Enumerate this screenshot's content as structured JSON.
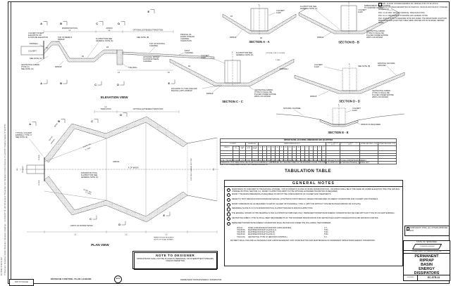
{
  "margin": {
    "timestamp": "5/7/2022  9:06:57 AM",
    "filepath": "P:\\Standard Drawings Library\\Standard Roadway Drawings - CURRENT\\10-100-00 Erosion Prevention and Sediment Control Devices (P-EGSTB) Drawing Series (P-EGSTB)"
  },
  "revisions": [
    {
      "marker": "1",
      "text": "RVD. 12-18-08: CHANGED DRAWING NO. FROM EC-STR-3 TO EC-STR-31."
    },
    {
      "marker": "",
      "text": "RVD. 3-2-01: CHANGED DESCRIPTION OF ITEM NOS. 709-05.06 AND 709-05.07. CHANGED DRAWING NO."
    },
    {
      "marker": "",
      "text": "RVD. 4-1-08: MISC. EDITS TO DRAWING, TABLE AND NOTES."
    },
    {
      "marker": "",
      "text": "RVD. 8-1-12: MINOR EDITS TO DRAWING AND GENERAL NOTES."
    },
    {
      "marker": "",
      "text": "RVD. 06-08-22: NOTE TO DESIGNER NOTE WAS ADDED. THE RIPRAP BASIN LOCATIONS, DIMENSIONS AND QUANTITIES TABLE WERE UPDATED AND NOTE ADDED. REDREW SHEET."
    }
  ],
  "elevation": {
    "caption": "ELEVATION VIEW",
    "markers": [
      "A",
      "B",
      "C",
      "D",
      "E"
    ],
    "dims": {
      "pool": "DISSIPATOR POOL",
      "l1": "L1",
      "apron": "APRON",
      "l2": "L2",
      "optional": "OPTIONAL EXTENDED TRANSITION",
      "l4": "L4",
      "l5": "L5",
      "d1": "D1",
      "d2": "D2",
      "d3": "D3"
    },
    "labels": {
      "culvert_invert": [
        "CULVERT INVERT",
        "ELEVATION OR",
        "FLOWLINE ELEVATION"
      ],
      "endwall": "ENDWALL",
      "culvert": "CULVERT",
      "see_note_g": "SEE NOTE (G)",
      "geotextile": [
        "GEOTEXTILE FABRIC",
        "(TYPE IV)",
        "SEE NOTE (G)"
      ],
      "riprap": "RIPRAP",
      "top_of_berm": [
        "TOP OF BERM &",
        "RIPRAP"
      ],
      "flatbottom": [
        "FLATBOTTOM SEE",
        "GENERAL NOTE (A)"
      ],
      "see_note_b": "SEE NOTE (B)",
      "top_natural": [
        "TOP OF NATURAL",
        "CHANNEL"
      ],
      "profile_ds": [
        "PROFILE OF",
        "DOWN STREAM",
        "CHANNEL",
        "TRANSITION"
      ],
      "exist_channel": [
        "EXIST",
        "CHANNEL"
      ],
      "optional_riprap": [
        "OPTIONAL RIPRAP",
        "IN DOWNSTREAM",
        "CHANNEL"
      ],
      "toe_wall": "TOE WALL"
    }
  },
  "sections": {
    "a": {
      "caption": "SECTION A - A",
      "cl": "℄",
      "culvert_ew": [
        "CULVERT",
        "& EW."
      ],
      "riprap": "RIPRAP",
      "d1": "D1",
      "d4": "D4"
    },
    "b": {
      "caption": "SECTION B - B",
      "cl": "℄",
      "embankment": [
        "EMBANKMENT AS REQUIRED",
        "TO SUPPORT RIPRAP"
      ],
      "flatbottom": [
        "FLATBOTTOM SEE",
        "GENERAL NOTE (A)"
      ],
      "culvert_ew": [
        "CULVERT",
        "& EW."
      ],
      "geotextile": [
        "GEOTEXTILE FABRIC",
        "(TYPE IV) SHALL BE",
        "PLACED UNDER ENTIRE",
        "WIDTH OF RIPRAP"
      ],
      "riprap": "RIPRAP"
    },
    "c": {
      "caption": "SECTION C - C",
      "cl": "℄",
      "typical": "(TYPICAL FOR 2:1 SLOPE)",
      "two_min": "2' MIN.",
      "culvert_ew": [
        "CULVERT",
        "& EW."
      ],
      "flatbottom": [
        "FLATBOTTOM SEE",
        "GENERAL NOTE (A)"
      ],
      "excavate": [
        "EXCAVATE TO THIS LINE AND",
        "BACKFILL WITH RIPRAP"
      ],
      "endwall": "ENDWALL",
      "riprap": "RIPRAP",
      "d2": "D2",
      "geotextile": [
        "GEOTEXTILE FABRIC",
        "(TYPE IV) SHALL BE",
        "PLACED UNDER ENTIRE",
        "WIDTH OF RIPRAP"
      ]
    },
    "d": {
      "caption": "SECTION D - D",
      "cl": "℄",
      "culvert_ew": [
        "CULVERT",
        "& EW."
      ],
      "see_note_b": "SEE NOTE (B)",
      "existing": [
        "EXISTING NATURAL",
        "GROUND"
      ],
      "riprap": "RIPRAP",
      "geotextile": [
        "GEOTEXTILE FABRIC",
        "(TYPE IV) SHALL BE",
        "PLACED UNDER ENTIRE",
        "WIDTH OF RIPRAP"
      ]
    },
    "e": {
      "caption": "SECTION E - E",
      "cl": "℄",
      "natural": "NATURAL CHANNEL",
      "culvert_ew": [
        "CULVERT",
        "& EW."
      ],
      "riprap_req": "RIPRAP AS REQUIRED"
    }
  },
  "plan": {
    "caption": "PLAN VIEW",
    "markers_top": [
      "A",
      "B",
      "C",
      "D"
    ],
    "markers_bottom": [
      "C",
      "D",
      "E"
    ],
    "labels": {
      "endwall_note": [
        "TYPICAL CULVERT",
        "ENDWALL TYPE 'U'",
        "SEE NOTE (F)"
      ],
      "berm": "BERM",
      "top_of_riprap": [
        "TOP OF",
        "RIPRAP"
      ],
      "culvert": "CULVERT",
      "w1": "W1",
      "ten_min": "10' MIN.",
      "dissipator": [
        "DISSIPATOR POOL",
        "FLATBOTTOM SEE",
        "GENERAL NOTE (A)"
      ],
      "cl_basin": "℄ OF BASIN",
      "apron": "APRON",
      "existing_channel": "EXISTING CHANNEL BOTTOM",
      "limits": "LIMITS OF RIPRAP BASIN",
      "slope": [
        "SLOPE VAR.",
        "2:1 MAX."
      ],
      "transition": [
        "TRANSITION AS REQUIRED",
        "(WITH OPTIONAL RIPRAP)"
      ],
      "l3_transition": [
        "L3",
        "TRANSITION"
      ],
      "optional_ext": "OPTIONAL EXTENDED TRANSITION",
      "w3": "W3",
      "l1": "L1",
      "l2": "L2",
      "l3": "L3"
    }
  },
  "tabulation": {
    "title": "RIPRAP BASIN LOCATIONS, DIMENSIONS AND QUANTITIES",
    "groups": [
      {
        "label": "CULVERT",
        "span": 3
      },
      {
        "label": "ELEVATIONS",
        "span": 2
      },
      {
        "label": "BASIN DIMENSIONS (FT.)",
        "span": 16
      },
      {
        "label": "MINOR GRADING (C.Y.)",
        "span": 1
      },
      {
        "label": "GEOTEXTILE FABRIC TYPE IV (S.Y.)",
        "span": 1
      },
      {
        "label": "RIPRAP MACHINED (TON)",
        "span": 1
      },
      {
        "label": "RIPRAP MACHINED (TON)",
        "span": 1
      }
    ],
    "columns": [
      "STATION",
      "ROADWAY NO.",
      "CROSS DRAIN NO.",
      "FLOWLINE ELEV.",
      "TOP OF RIPRAP ELEV.",
      "D1",
      "D2",
      "D3",
      "D4",
      "B1",
      "B2",
      "B3",
      "W1",
      "W2",
      "W3",
      "L1",
      "L2",
      "L3",
      "L4",
      "Z1",
      "Z2",
      "",
      "",
      "",
      ""
    ],
    "empty_rows": 4,
    "totals": "TOTALS",
    "note": "NOTE:  THE RIPRAP BASIN LOCATIONS, DIMENSIONS AND QUANTITIES TABLE SHOWN ABOVE SHALL BE REQUIRED FOR ALL ROADWAY PROJECTS THAT HAVE A RIPRAP BASIN ENERGY DISSIPATOR.  THIS TABLE SHALL BE FILLED IN ACCORDINGLY AND PLACED ON A SECOND SHEET IN THE ROADWAY PLANS.  THIS TABLE IS A PART OF THE \"Estimated Roadway Quantities.xlsm\" FILE, THAT IS REQUIRED FOR ALL TDOT DESIGN PROJECTS.",
    "caption": "TABULATION TABLE"
  },
  "general_notes": {
    "title": "GENERAL NOTES",
    "notes": [
      {
        "letter": "A",
        "text": "WARP BASIN TO CONFORM TO THE NATURAL CHANNEL.  TOP OF RIPRAP IN FLOOR OF BASIN DISSIPATOR POOL, OR APRON SHALL BE AT THE SAME OR LOWER ELEVATION THAN THE NATURAL CHANNEL BOTTOM, SECTION C-C.  MODIFY FLATBOTTOM WIDTH IF THE OPTIONAL EXTENDED TRANSITION IS REQUIRED."
      },
      {
        "letter": "B",
        "text": "MODIFY THE BASIN DIMENSIONS AS REQUIRED TO MATCH THE CONFIGURATION OF CULVERT END TREATMENTS."
      },
      {
        "letter": "C",
        "text": "REFER TO TDOT DESIGN DIVISION DRAINAGE MANUAL (CHAPTER 8) FOR HYDRAULIC DESIGN PROCEDURES OF ENERGY DISSIPATORS FOR CULVERT AND CHANNELS."
      },
      {
        "letter": "D",
        "text": "MODIFY DIMENSION W1 AS REQUIRED TO MATCH CULVERT WITH ENDWALL TYPE 'U' (WITH OR WITHOUT CONCRETE PAVED APRONS OR OUTLETS)."
      },
      {
        "letter": "E",
        "text": "DESIRABLE SLOPE IS 0.0 % IN DISSIPATOR POOL FLATBOTTOM AND IN APRON FLATBOTTOM."
      },
      {
        "letter": "F",
        "text": "THE ENDWALL SHOWN IN THIS DRAWING IS FOR ILLUSTRATIVE PURPOSES ONLY.  PERMANENT RIPRAP BASIN ENERGY DISSIPATOR MAY BE USED WITH ANY TYPE OF CULVERT ENDWALL."
      },
      {
        "letter": "G",
        "text": "GEOTEXTILE FABRIC (TYPE IV) SHALL MEET REQUIREMENTS OF THE STANDARD SPECIFICATION FOR GEOTEXTILES AASHTO DESIGNATION M-288, EROSION CONTROL."
      },
      {
        "letter": "H",
        "text": "PERMANENT RIPRAP BASIN ENERGY DISSIPATORS SHALL BE PAID FOR UNDER THE FOLLOWING ITEM NUMBERS:"
      }
    ],
    "items": [
      {
        "no": "203-01,",
        "desc": "ROAD & DRAINAGE EXCAVATION (UNCLASSIFIED),",
        "unit": "C.Y.,"
      },
      {
        "no": "709-05.06,",
        "desc": "MACHINED RIP-RAP (CLASS A-1),",
        "unit": "TON,"
      },
      {
        "no": "709-05.08,",
        "desc": "MACHINED RIP-RAP (CLASS B),",
        "unit": "TON,"
      },
      {
        "no": "709-05.09,",
        "desc": "MACHINED RIP-RAP (CLASS C),",
        "unit": "TON,"
      },
      {
        "no": "740-10.03,",
        "desc": "GEOTEXTILE (TYPE IV) (EROSION CONTROL),",
        "unit": "S.Y."
      }
    ],
    "payment": "PAYMENT SHALL INCLUDE ALL MATERIALS AND LABOR NECESSARY FOR CONSTRUCTION AND MAINTENANCE OF PERMANENT RIPRAP BASIN ENERGY DISSIPATORS."
  },
  "note_to_designer": {
    "title": "NOTE TO DESIGNER",
    "body": "RIPRAP BASIN SHALL NOT BE PLACED IN PERENNIAL OR INTERMITTENT STREAMS UNLESS PERMITTED"
  },
  "legend": {
    "label": "EROSION CONTROL PLAN LEGEND:",
    "symbol": "RPED",
    "item": "PERMANENT RIPRAP ENERGY DISSIPATOR"
  },
  "approval": {
    "marker": "1",
    "text": "APPROVED BY FHWA. (ALL OTHERS APPROVED BY TDOT)"
  },
  "title_block": {
    "state": "STATE OF TENNESSEE",
    "seal": "STANDARD DRAWING",
    "department": "DEPARTMENT OF TRANSPORTATION",
    "title_lines": [
      "PERMANENT",
      "RIPRAP",
      "BASIN",
      "ENERGY",
      "DISSIPATORS"
    ],
    "date": "10-28-1992",
    "number": "EC-STR-31"
  },
  "footer": {
    "not_to_scale": "NOT TO SCALE"
  },
  "colors": {
    "line": "#1a1a1a",
    "stipple": "#4a4a4a",
    "paper": "#ffffff"
  }
}
